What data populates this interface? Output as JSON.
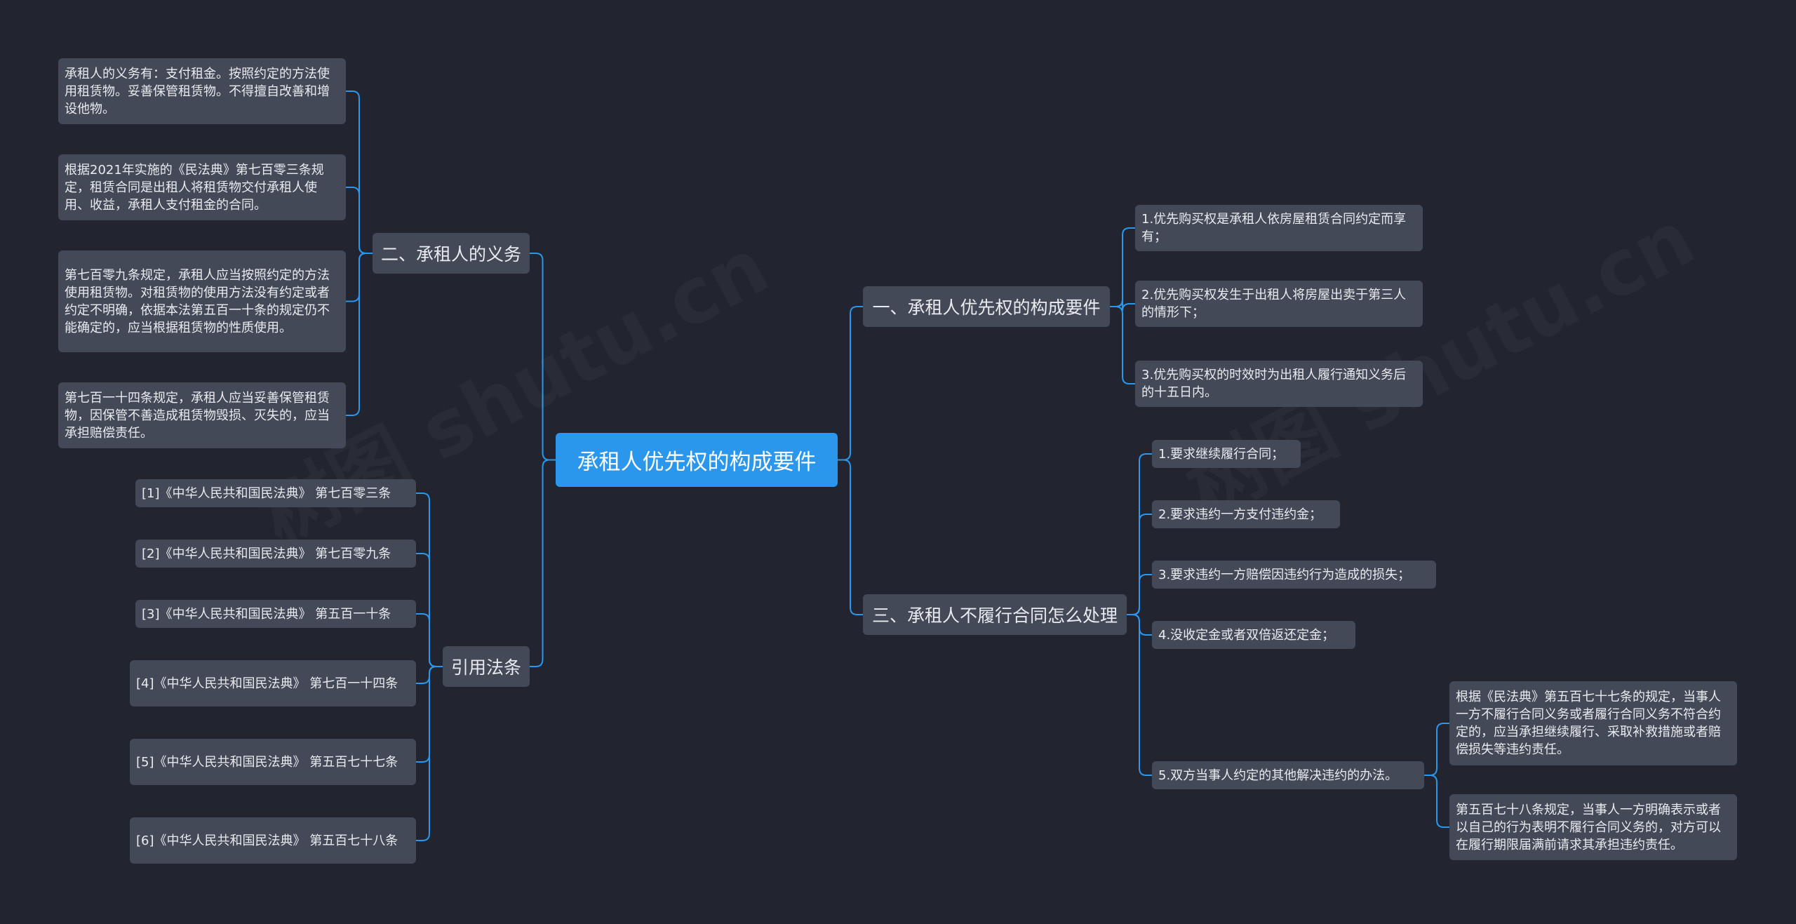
{
  "root": {
    "label": "承租人优先权的构成要件"
  },
  "branches": {
    "b1": {
      "label": "一、承租人优先权的构成要件"
    },
    "b2": {
      "label": "二、承租人的义务"
    },
    "b3": {
      "label": "三、承租人不履行合同怎么处理"
    },
    "b4": {
      "label": "引用法条"
    }
  },
  "leaves": {
    "r1": "1.优先购买权是承租人依房屋租赁合同约定而享有；",
    "r2": "2.优先购买权发生于出租人将房屋出卖于第三人的情形下；",
    "r3": "3.优先购买权的时效时为出租人履行通知义务后的十五日内。",
    "t1": "1.要求继续履行合同；",
    "t2": "2.要求违约一方支付违约金；",
    "t3": "3.要求违约一方赔偿因违约行为造成的损失；",
    "t4": "4.没收定金或者双倍返还定金；",
    "t5": "5.双方当事人约定的其他解决违约的办法。",
    "t5a": "根据《民法典》第五百七十七条的规定，当事人一方不履行合同义务或者履行合同义务不符合约定的，应当承担继续履行、采取补救措施或者赔偿损失等违约责任。",
    "t5b": "第五百七十八条规定，当事人一方明确表示或者以自己的行为表明不履行合同义务的，对方可以在履行期限届满前请求其承担违约责任。",
    "o1": "承租人的义务有：支付租金。按照约定的方法使用租赁物。妥善保管租赁物。不得擅自改善和增设他物。",
    "o2": "根据2021年实施的《民法典》第七百零三条规定，租赁合同是出租人将租赁物交付承租人使用、收益，承租人支付租金的合同。",
    "o3": "第七百零九条规定，承租人应当按照约定的方法使用租赁物。对租赁物的使用方法没有约定或者约定不明确，依据本法第五百一十条的规定仍不能确定的，应当根据租赁物的性质使用。",
    "o4": "第七百一十四条规定，承租人应当妥善保管租赁物，因保管不善造成租赁物毁损、灭失的，应当承担赔偿责任。",
    "c1": "[1]《中华人民共和国民法典》 第七百零三条",
    "c2": "[2]《中华人民共和国民法典》 第七百零九条",
    "c3": "[3]《中华人民共和国民法典》 第五百一十条",
    "c4": "[4]《中华人民共和国民法典》 第七百一十四条",
    "c5": "[5]《中华人民共和国民法典》 第五百七十七条",
    "c6": "[6]《中华人民共和国民法典》 第五百七十八条"
  },
  "watermark": "树图 shutu.cn",
  "colors": {
    "background": "#22252f",
    "root": "#2a96ec",
    "node": "#434957",
    "connector": "#2a96ec",
    "text": "#e9ebf0"
  }
}
